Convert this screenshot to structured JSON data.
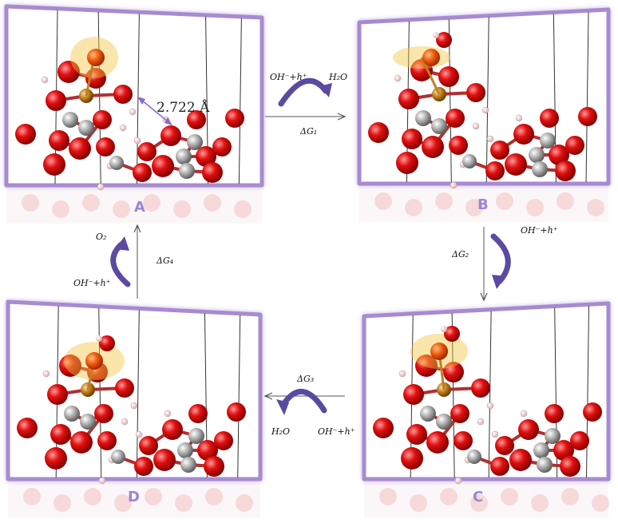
{
  "panels": {
    "A": {
      "letter": "A",
      "distance_label": "2.722 Å"
    },
    "B": {
      "letter": "B"
    },
    "C": {
      "letter": "C"
    },
    "D": {
      "letter": "D"
    }
  },
  "steps": {
    "step1": {
      "reactant": "OH⁻+h⁺",
      "product": "H₂O",
      "energy": "ΔG₁"
    },
    "step2": {
      "reactant": "OH⁻+h⁺",
      "energy": "ΔG₂"
    },
    "step3": {
      "reactant": "OH⁻+h⁺",
      "product": "H₂O",
      "energy": "ΔG₃"
    },
    "step4": {
      "reactant": "OH⁻+h⁺",
      "product": "O₂",
      "energy": "ΔG₄"
    }
  },
  "colors": {
    "frame": "#a78bd0",
    "oxygen": "#e01010",
    "highlight_oxygen": "#f05a10",
    "highlight_glow": "#f5c542",
    "metal_gray": "#a0a0a0",
    "metal_gold": "#c08020",
    "hydrogen": "#f4e4e4",
    "curved_arrow": "#5a4aa0",
    "letter": "#9a86d6"
  }
}
